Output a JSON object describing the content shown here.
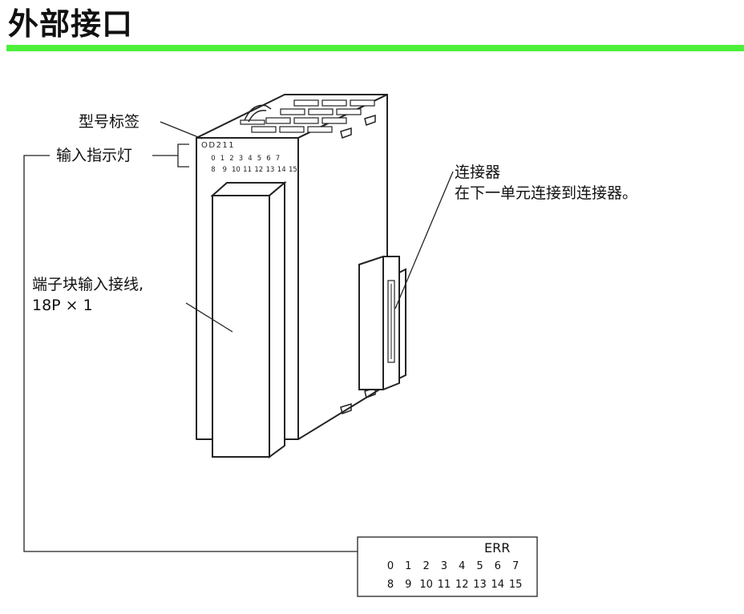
{
  "page_title": "外部接口",
  "colors": {
    "accent_bar": "#4cf03a",
    "line": "#222222"
  },
  "labels": {
    "model_label": "型号标签",
    "input_indicator": "输入指示灯",
    "connector_line1": "连接器",
    "connector_line2": "在下一单元连接到连接器。",
    "terminal_line1": "端子块输入接线,",
    "terminal_line2": "18P × 1"
  },
  "device": {
    "model": "OD211",
    "led_row1": [
      "0",
      "1",
      "2",
      "3",
      "4",
      "5",
      "6",
      "7"
    ],
    "led_row2": [
      "8",
      "9",
      "10",
      "11",
      "12",
      "13",
      "14",
      "15"
    ]
  },
  "indicator_panel": {
    "err": "ERR",
    "row1": [
      "0",
      "1",
      "2",
      "3",
      "4",
      "5",
      "6",
      "7"
    ],
    "row2": [
      "8",
      "9",
      "10",
      "11",
      "12",
      "13",
      "14",
      "15"
    ]
  }
}
